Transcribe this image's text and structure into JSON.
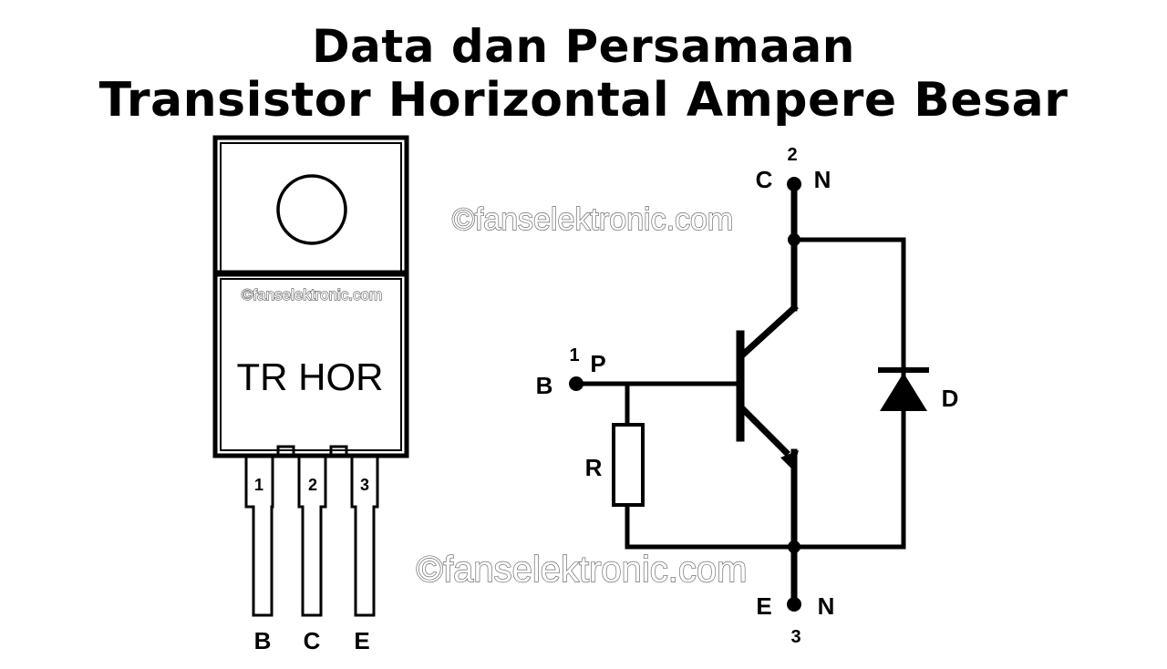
{
  "title": {
    "line1": "Data dan Persamaan",
    "line2": "Transistor Horizontal Ampere Besar"
  },
  "package": {
    "marking": "TR HOR",
    "watermark": "©fanselektronic.com",
    "pin_numbers": [
      "1",
      "2",
      "3"
    ],
    "pin_names": [
      "B",
      "C",
      "E"
    ]
  },
  "schematic": {
    "collector": {
      "number": "2",
      "letter": "C",
      "type": "N"
    },
    "base": {
      "number": "1",
      "letter": "B",
      "type": "P"
    },
    "emitter": {
      "number": "3",
      "letter": "E",
      "type": "N"
    },
    "resistor_label": "R",
    "diode_label": "D"
  },
  "watermarks": {
    "top": "©fanselektronic.com",
    "bottom": "©fanselektronic.com"
  }
}
